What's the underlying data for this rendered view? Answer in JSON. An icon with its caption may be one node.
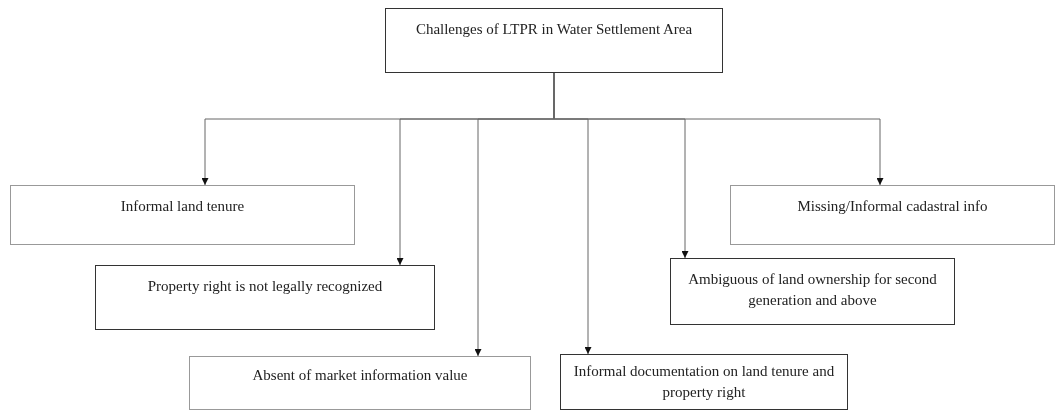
{
  "diagram": {
    "nodes": [
      {
        "text": [
          "Challenges of LTPR in Water Settlement Area"
        ]
      },
      {
        "text": [
          "Informal land tenure"
        ]
      },
      {
        "text": [
          "Property right is not legally recognized"
        ]
      },
      {
        "text": [
          "Absent of market information value"
        ]
      },
      {
        "text": [
          "Informal documentation on land tenure and property right"
        ]
      },
      {
        "text": [
          "Ambiguous of land ownership for second generation and above"
        ]
      },
      {
        "text": [
          "Missing/Informal cadastral info"
        ]
      }
    ],
    "edges": [
      {
        "from": 0,
        "to": 1,
        "arrow": "to"
      },
      {
        "from": 0,
        "to": 2,
        "arrow": "to"
      },
      {
        "from": 0,
        "to": 3,
        "arrow": "to"
      },
      {
        "from": 0,
        "to": 4,
        "arrow": "to"
      },
      {
        "from": 0,
        "to": 5,
        "arrow": "to"
      },
      {
        "from": 0,
        "to": 6,
        "arrow": "to"
      }
    ]
  }
}
